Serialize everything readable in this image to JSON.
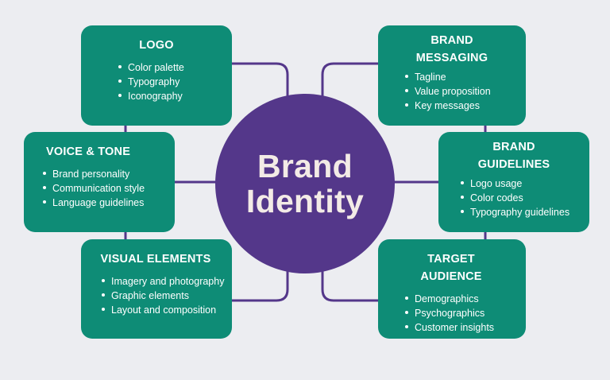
{
  "hub": {
    "title_lines": [
      "Brand",
      "Identity"
    ]
  },
  "colors": {
    "background": "#ecedf1",
    "card": "#0e8c76",
    "hub": "#54378a",
    "connector": "#54378a",
    "card_text": "#ffffff",
    "hub_text": "#f3ebe6"
  },
  "cards": {
    "logo": {
      "title": "LOGO",
      "items": [
        "Color palette",
        "Typography",
        "Iconography"
      ]
    },
    "voice_tone": {
      "title": "VOICE & TONE",
      "items": [
        "Brand personality",
        "Communication style",
        "Language guidelines"
      ]
    },
    "visual_elements": {
      "title": "VISUAL ELEMENTS",
      "items": [
        "Imagery and photography",
        "Graphic elements",
        "Layout and composition"
      ]
    },
    "brand_messaging": {
      "title_lines": [
        "BRAND",
        "MESSAGING"
      ],
      "items": [
        "Tagline",
        "Value proposition",
        "Key messages"
      ]
    },
    "brand_guidelines": {
      "title_lines": [
        "BRAND",
        "GUIDELINES"
      ],
      "items": [
        "Logo usage",
        "Color codes",
        "Typography guidelines"
      ]
    },
    "target_audience": {
      "title": "TARGET AUDIENCE",
      "items": [
        "Demographics",
        "Psychographics",
        "Customer insights"
      ]
    }
  }
}
